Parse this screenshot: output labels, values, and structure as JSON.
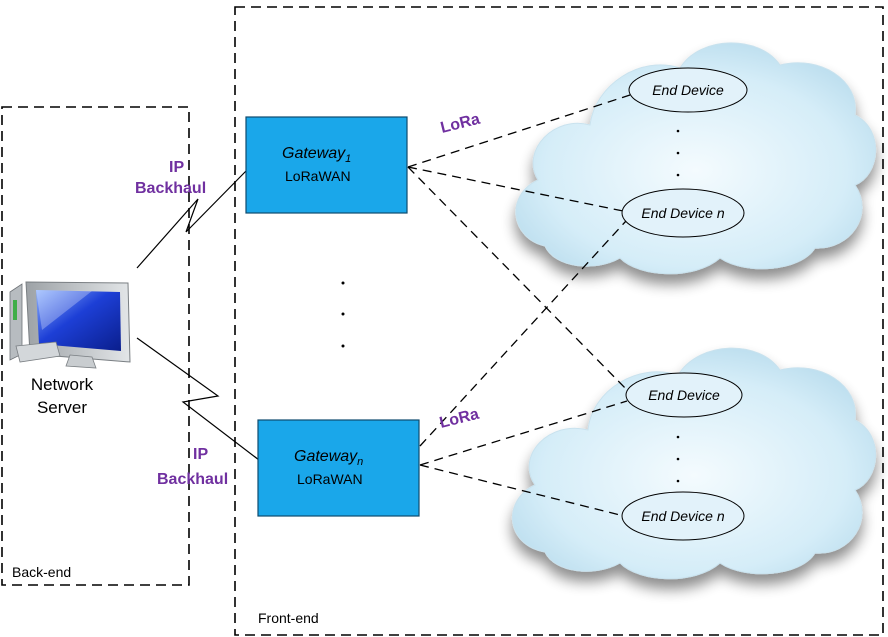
{
  "zones": {
    "backend_label": "Back-end",
    "frontend_label": "Front-end"
  },
  "network_server": {
    "label_line1": "Network",
    "label_line2": "Server",
    "icon": "computer-icon"
  },
  "gateways": [
    {
      "name": "Gateway",
      "subscript": "1",
      "protocol": "LoRaWAN"
    },
    {
      "name": "Gateway",
      "subscript": "n",
      "protocol": "LoRaWAN"
    }
  ],
  "backhaul_links": [
    {
      "line1": "IP",
      "line2": "Backhaul"
    },
    {
      "line1": "IP",
      "line2": "Backhaul"
    }
  ],
  "radio_links": [
    "LoRa",
    "LoRa"
  ],
  "clouds": [
    {
      "devices": [
        "End Device",
        "End Device n"
      ]
    },
    {
      "devices": [
        "End Device",
        "End Device n"
      ]
    }
  ],
  "colors": {
    "gateway_fill": "#1aa7ea",
    "link_label": "#7030a0",
    "cloud_fill": "#d6eef8",
    "ellipse_fill": "#e2f2fa"
  }
}
